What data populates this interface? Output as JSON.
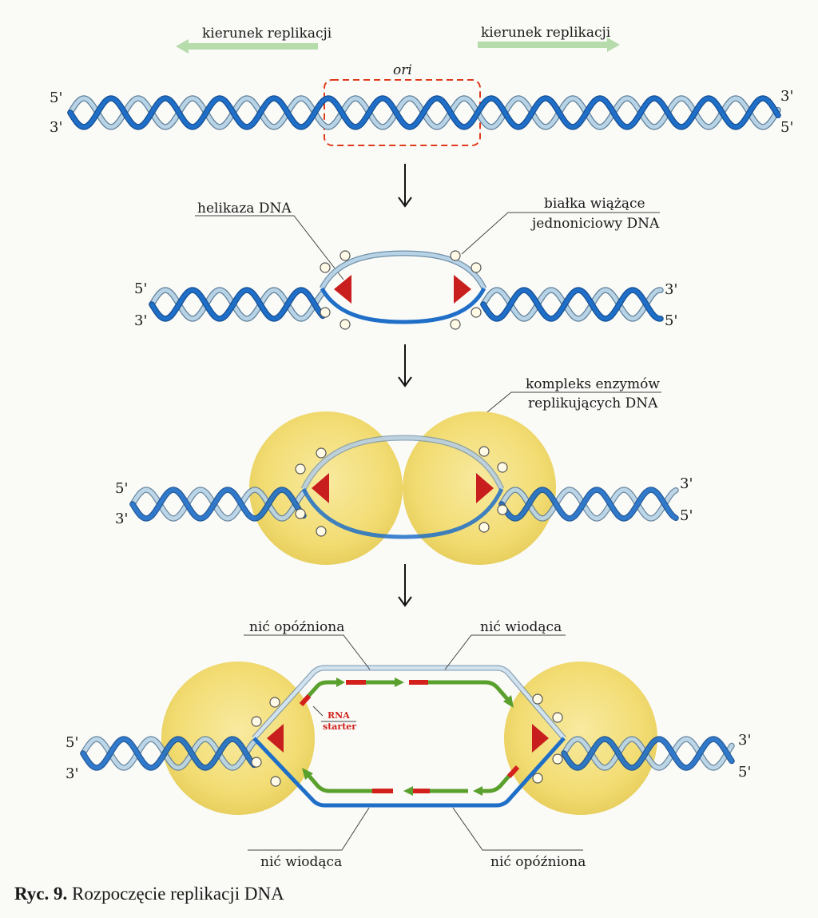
{
  "stage1": {
    "left_arrow_label": "kierunek replikacji",
    "right_arrow_label": "kierunek replikacji",
    "origin_label": "ori",
    "left_top_end": "5'",
    "left_bottom_end": "3'",
    "right_top_end": "3'",
    "right_bottom_end": "5'"
  },
  "stage2": {
    "helicase_label": "helikaza DNA",
    "ssb_label_line1": "białka wiążące",
    "ssb_label_line2": "jednoniciowy DNA",
    "left_top_end": "5'",
    "left_bottom_end": "3'",
    "right_top_end": "3'",
    "right_bottom_end": "5'"
  },
  "stage3": {
    "complex_label_line1": "kompleks enzymów",
    "complex_label_line2": "replikujących DNA",
    "left_top_end": "5'",
    "left_bottom_end": "3'",
    "right_top_end": "3'",
    "right_bottom_end": "5'"
  },
  "stage4": {
    "lagging_top_label": "nić opóźniona",
    "leading_top_label": "nić wiodąca",
    "primer_label_line1": "RNA",
    "primer_label_line2": "starter",
    "leading_bottom_label": "nić wiodąca",
    "lagging_bottom_label": "nić opóźniona",
    "left_top_end": "5'",
    "left_bottom_end": "3'",
    "right_top_end": "3'",
    "right_bottom_end": "5'"
  },
  "caption": {
    "prefix": "Ryc. 9.",
    "text": "Rozpoczęcie replikacji DNA"
  },
  "colors": {
    "dark_strand": "#1f6fc8",
    "light_strand": "#b8d3e6",
    "enzyme_complex": "#f2dc72",
    "helicase": "#c81e1e",
    "new_strand": "#5aa02c",
    "rna_primer": "#d4201c",
    "direction_arrow": "#b5dcaa",
    "origin_box": "#e03a1c"
  }
}
